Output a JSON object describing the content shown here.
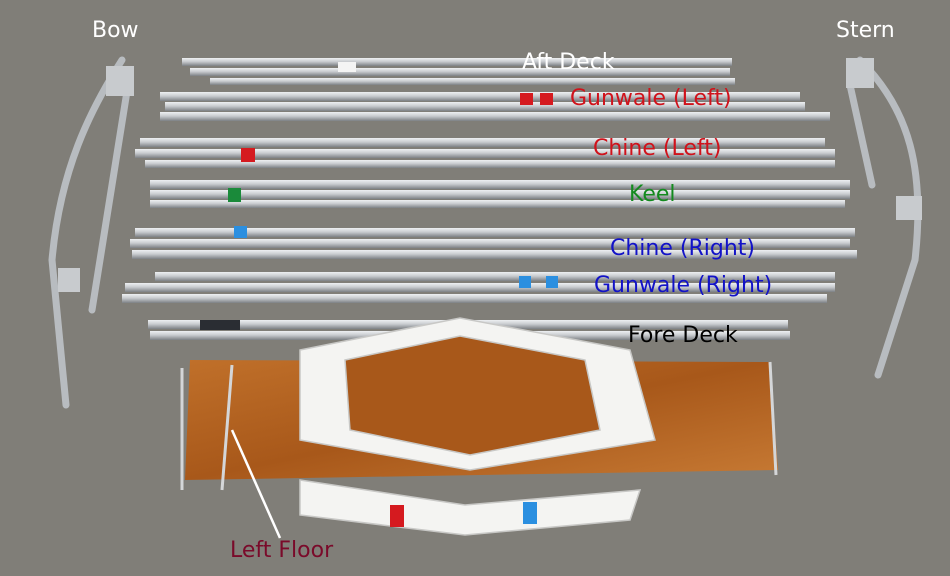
{
  "labels": {
    "bow": "Bow",
    "stern": "Stern",
    "aft_deck": "Aft Deck",
    "gunwale_left": "Gunwale (Left)",
    "chine_left": "Chine (Left)",
    "keel": "Keel",
    "chine_right": "Chine (Right)",
    "gunwale_right": "Gunwale (Right)",
    "fore_deck": "Fore Deck",
    "left_floor": "Left Floor"
  },
  "colors": {
    "background": "#7f7d77",
    "white_label": "#ffffff",
    "left_label": "#d0121b",
    "keel_label": "#138a1e",
    "right_label": "#1212c8",
    "fore_label": "#000000",
    "floor_label": "#7a0a2a",
    "red_tape": "#d51a1f",
    "blue_tape": "#2b8fe0",
    "green_tape": "#1a8a3a",
    "board": "#b8651f"
  }
}
